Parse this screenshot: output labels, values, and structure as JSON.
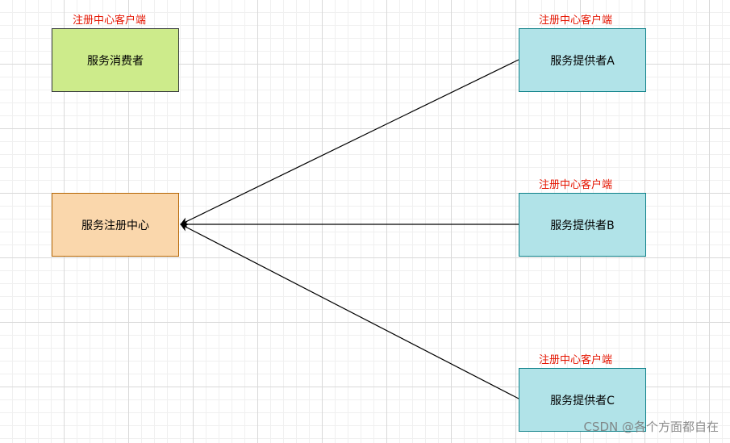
{
  "labels": {
    "client_consumer": "注册中心客户端",
    "client_provider_a": "注册中心客户端",
    "client_provider_b": "注册中心客户端",
    "client_provider_c": "注册中心客户端"
  },
  "nodes": {
    "consumer": "服务消费者",
    "registry": "服务注册中心",
    "provider_a": "服务提供者A",
    "provider_b": "服务提供者B",
    "provider_c": "服务提供者C"
  },
  "watermark": "CSDN @各个方面都自在",
  "colors": {
    "consumer_fill": "#cdeb8b",
    "registry_fill": "#fad7ac",
    "provider_fill": "#b1e3e8",
    "label_red": "#e51400"
  }
}
